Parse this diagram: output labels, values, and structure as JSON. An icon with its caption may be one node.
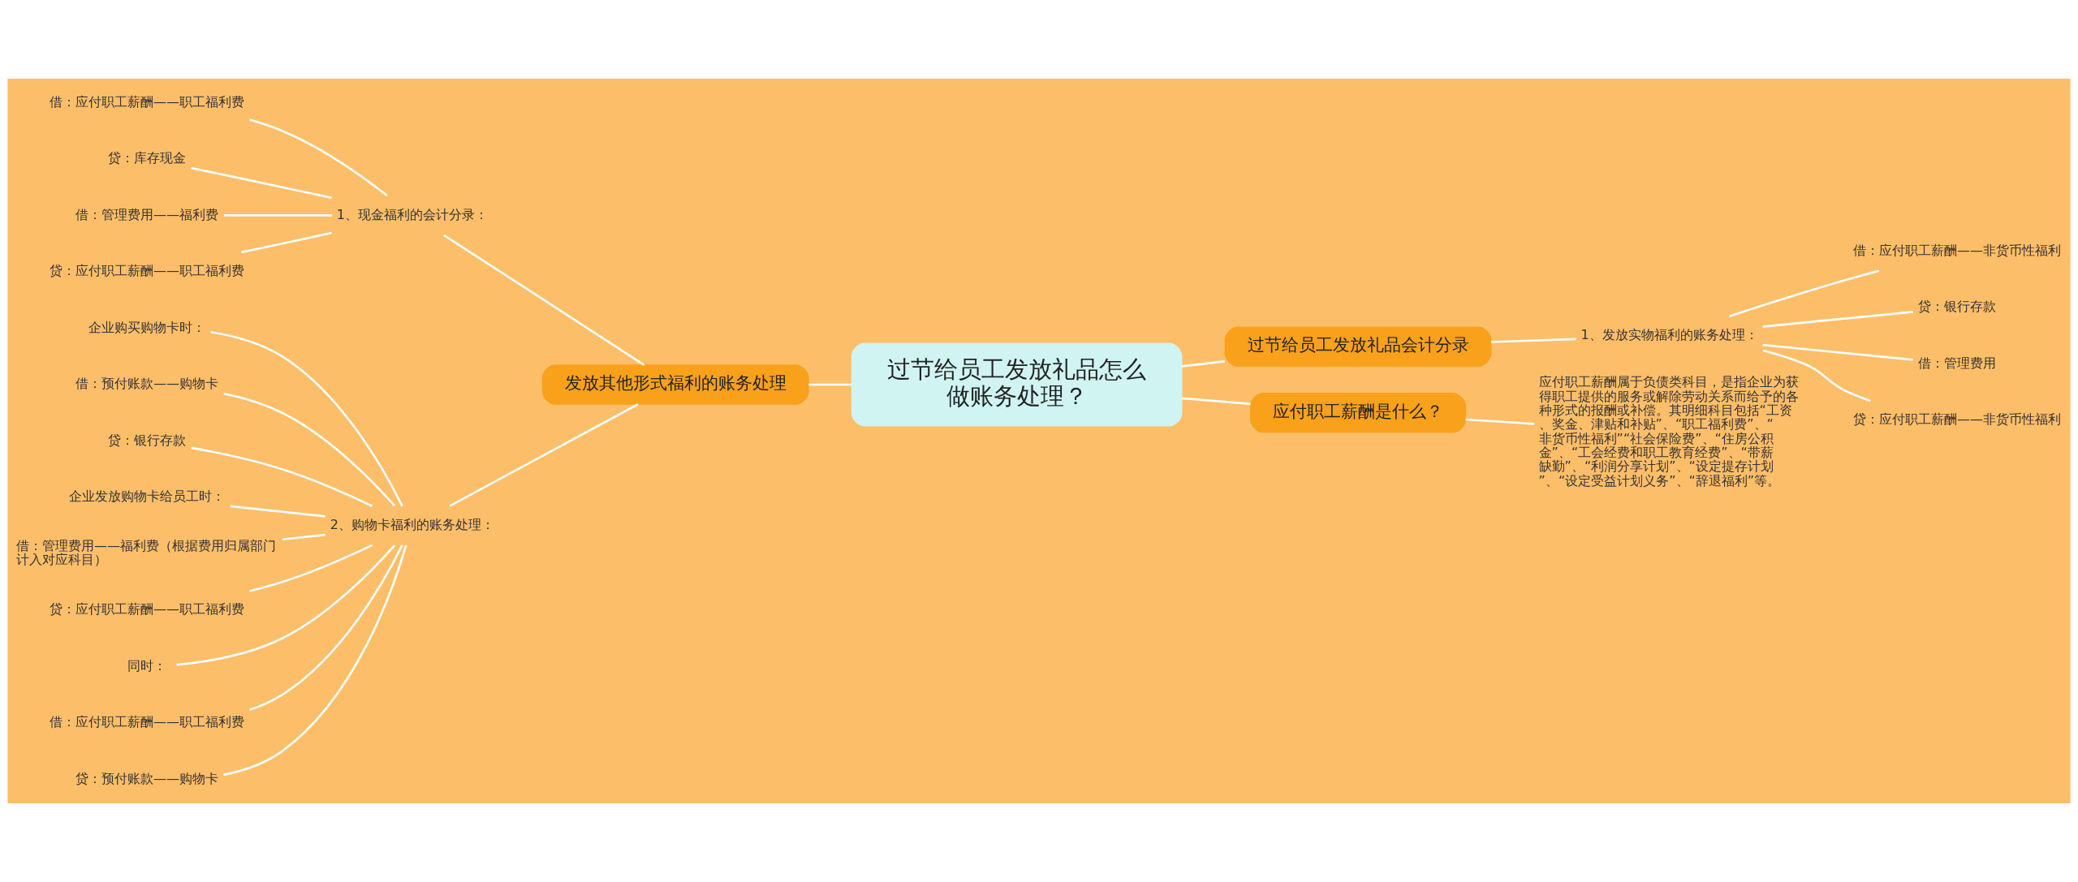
{
  "diagram": {
    "nodes": [
      {
        "text": [
          "过节给员工发放礼品怎么做账务处理？"
        ]
      },
      {
        "text": [
          "发放其他形式福利的账务处理"
        ]
      },
      {
        "text": [
          "1、现金福利的会计分录："
        ]
      },
      {
        "text": [
          "借：应付职工薪酬——职工福利费"
        ]
      },
      {
        "text": [
          "贷：库存现金"
        ]
      },
      {
        "text": [
          "借：管理费用——福利费"
        ]
      },
      {
        "text": [
          "贷：应付职工薪酬——职工福利费"
        ]
      },
      {
        "text": [
          "2、购物卡福利的账务处理："
        ]
      },
      {
        "text": [
          "企业购买购物卡时："
        ]
      },
      {
        "text": [
          "借：预付账款——购物卡"
        ]
      },
      {
        "text": [
          "贷：银行存款"
        ]
      },
      {
        "text": [
          "企业发放购物卡给员工时："
        ]
      },
      {
        "text": [
          "借：管理费用——福利费（根据费用归属部门计入对应科目）"
        ]
      },
      {
        "text": [
          "贷：应付职工薪酬——职工福利费"
        ]
      },
      {
        "text": [
          "同时："
        ]
      },
      {
        "text": [
          "借：应付职工薪酬——职工福利费"
        ]
      },
      {
        "text": [
          "贷：预付账款——购物卡"
        ]
      },
      {
        "text": [
          "过节给员工发放礼品会计分录"
        ]
      },
      {
        "text": [
          "1、发放实物福利的账务处理："
        ]
      },
      {
        "text": [
          "借：应付职工薪酬——非货币性福利"
        ]
      },
      {
        "text": [
          "贷：银行存款"
        ]
      },
      {
        "text": [
          "借：管理费用"
        ]
      },
      {
        "text": [
          "贷：应付职工薪酬——非货币性福利"
        ]
      },
      {
        "text": [
          "应付职工薪酬是什么？"
        ]
      },
      {
        "text": [
          "应付职工薪酬属于负债类科目，是指企业为获得职工提供的服务或解除劳动关系而给予的各种形式的报酬或补偿。其明细科目包括“工资、奖金、津贴和补贴”、“职工福利费”、“非货币性福利”“社会保险费”、“住房公积金”、“工会经费和职工教育经费”、“带薪缺勤”、“利润分享计划”、“设定提存计划”、“设定受益计划义务”、“辞退福利”等。"
        ]
      }
    ],
    "edges": [
      {
        "from": 1,
        "to": 0,
        "arrow": "none"
      },
      {
        "from": 2,
        "to": 1,
        "arrow": "none"
      },
      {
        "from": 3,
        "to": 2,
        "arrow": "none"
      },
      {
        "from": 4,
        "to": 2,
        "arrow": "none"
      },
      {
        "from": 5,
        "to": 2,
        "arrow": "none"
      },
      {
        "from": 6,
        "to": 2,
        "arrow": "none"
      },
      {
        "from": 7,
        "to": 1,
        "arrow": "none"
      },
      {
        "from": 8,
        "to": 7,
        "arrow": "none"
      },
      {
        "from": 9,
        "to": 7,
        "arrow": "none"
      },
      {
        "from": 10,
        "to": 7,
        "arrow": "none"
      },
      {
        "from": 11,
        "to": 7,
        "arrow": "none"
      },
      {
        "from": 12,
        "to": 7,
        "arrow": "none"
      },
      {
        "from": 13,
        "to": 7,
        "arrow": "none"
      },
      {
        "from": 14,
        "to": 7,
        "arrow": "none"
      },
      {
        "from": 15,
        "to": 7,
        "arrow": "none"
      },
      {
        "from": 16,
        "to": 7,
        "arrow": "none"
      },
      {
        "from": 0,
        "to": 17,
        "arrow": "none"
      },
      {
        "from": 17,
        "to": 18,
        "arrow": "none"
      },
      {
        "from": 18,
        "to": 19,
        "arrow": "none"
      },
      {
        "from": 18,
        "to": 20,
        "arrow": "none"
      },
      {
        "from": 18,
        "to": 21,
        "arrow": "none"
      },
      {
        "from": 18,
        "to": 22,
        "arrow": "none"
      },
      {
        "from": 0,
        "to": 23,
        "arrow": "none"
      },
      {
        "from": 23,
        "to": 24,
        "arrow": "none"
      }
    ]
  }
}
